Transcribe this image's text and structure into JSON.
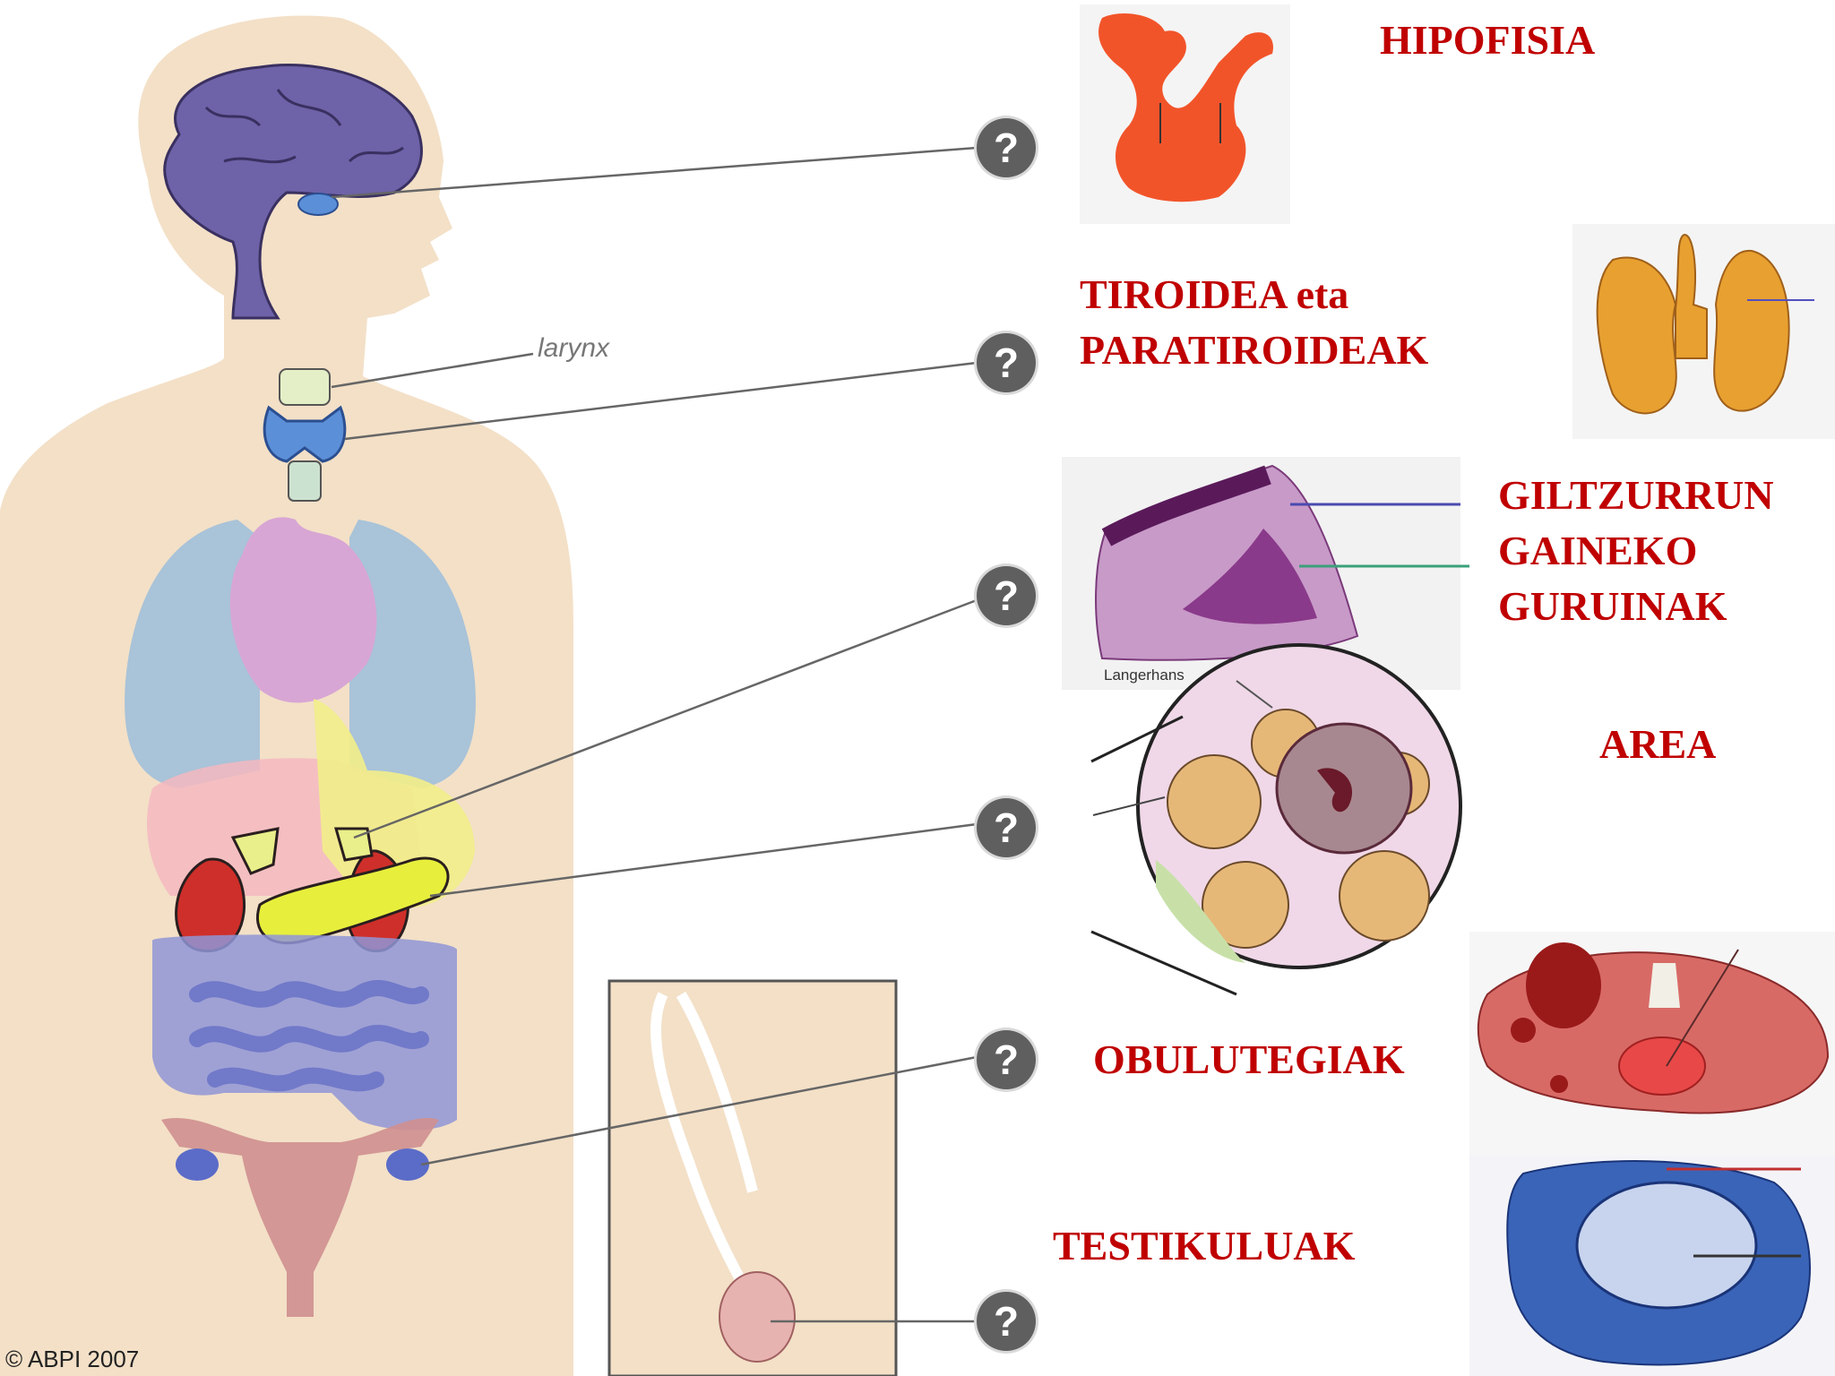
{
  "labels": {
    "hipofisia": "HIPOFISIA",
    "tiroidea_line1": "TIROIDEA eta",
    "tiroidea_line2": "PARATIROIDEAK",
    "giltzurrun_line1": "GILTZURRUN",
    "giltzurrun_line2": "GAINEKO",
    "giltzurrun_line3": "GURUINAK",
    "area": "AREA",
    "obulutegiak": "OBULUTEGIAK",
    "testikuluak": "TESTIKULUAK"
  },
  "body_figure": {
    "larynx_label": "larynx",
    "copyright": "© ABPI 2007"
  },
  "micrograph": {
    "langerhans_label": "Langerhans"
  },
  "question_buttons": [
    "?",
    "?",
    "?",
    "?",
    "?",
    "?"
  ],
  "colors": {
    "label_red": "#c00000",
    "skin": "#f3e0c7",
    "brain": "#6e62a8",
    "pituitary": "#ff5a1e",
    "thyroid": "#e8a030",
    "adrenal": "#8a3a8a",
    "ovary": "#c94a4a",
    "testis": "#3a64b8",
    "button": "#5f5f5f"
  }
}
